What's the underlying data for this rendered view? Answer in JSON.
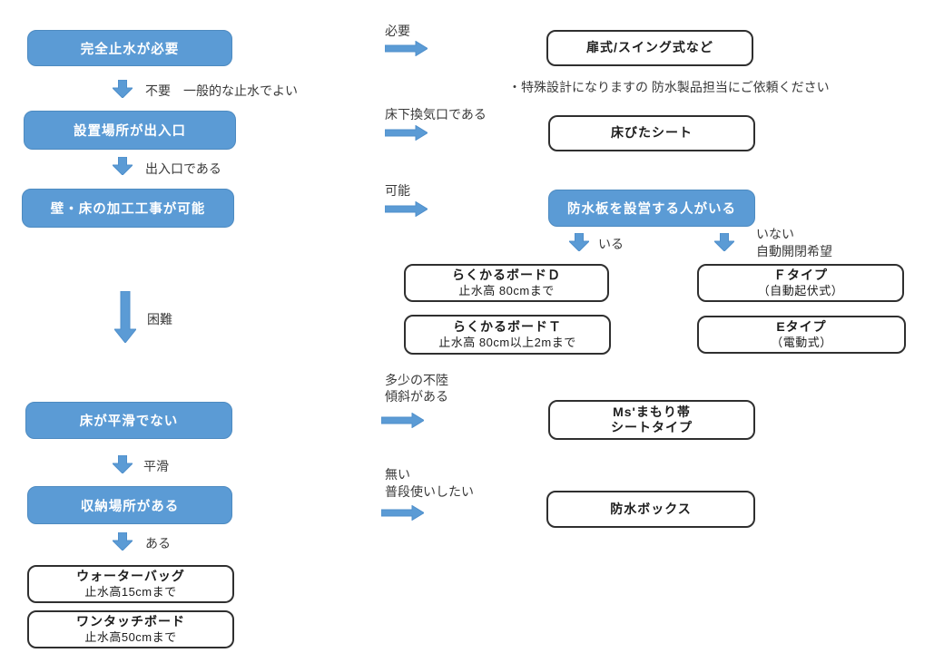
{
  "colors": {
    "accent_blue": "#5b9bd5",
    "blue_border": "#4d8ac0",
    "product_border": "#2f2f2f",
    "text": "#3a3a3a"
  },
  "decisions": [
    {
      "label": "完全止水が必要"
    },
    {
      "label": "設置場所が出入口"
    },
    {
      "label": "壁・床の加工工事が可能"
    },
    {
      "label": "床が平滑でない"
    },
    {
      "label": "収納場所がある"
    },
    {
      "label": "防水板を設営する人がいる"
    }
  ],
  "products": [
    {
      "title": "扉式/スイング式など",
      "subtitle": ""
    },
    {
      "title": "床びたシート",
      "subtitle": ""
    },
    {
      "title": "らくかるボードＤ",
      "subtitle": "止水高 80cmまで"
    },
    {
      "title": "Ｆタイプ",
      "subtitle": "（自動起伏式）"
    },
    {
      "title": "らくかるボードＴ",
      "subtitle": "止水高 80cm以上2mまで"
    },
    {
      "title": "Eタイプ",
      "subtitle": "（電動式）"
    },
    {
      "title": "Ms'まもり帯",
      "subtitle": "シートタイプ"
    },
    {
      "title": "防水ボックス",
      "subtitle": ""
    },
    {
      "title": "ウォーターバッグ",
      "subtitle": "止水高15cmまで"
    },
    {
      "title": "ワンタッチボード",
      "subtitle": "止水高50cmまで"
    }
  ],
  "labels": {
    "required": "必要",
    "not_required": "不要　一般的な止水でよい",
    "underfloor_vent": "床下換気口である",
    "is_entrance": "出入口である",
    "possible": "可能",
    "difficult": "困難",
    "installer_yes": "いる",
    "installer_no": "いない",
    "auto_open_close": "自動開閉希望",
    "some_unevenness": "多少の不陸",
    "has_slope": "傾斜がある",
    "flat": "平滑",
    "none": "無い",
    "daily_use": "普段使いしたい",
    "available": "ある"
  },
  "note": "・特殊設計になりますの 防水製品担当にご依頼ください"
}
